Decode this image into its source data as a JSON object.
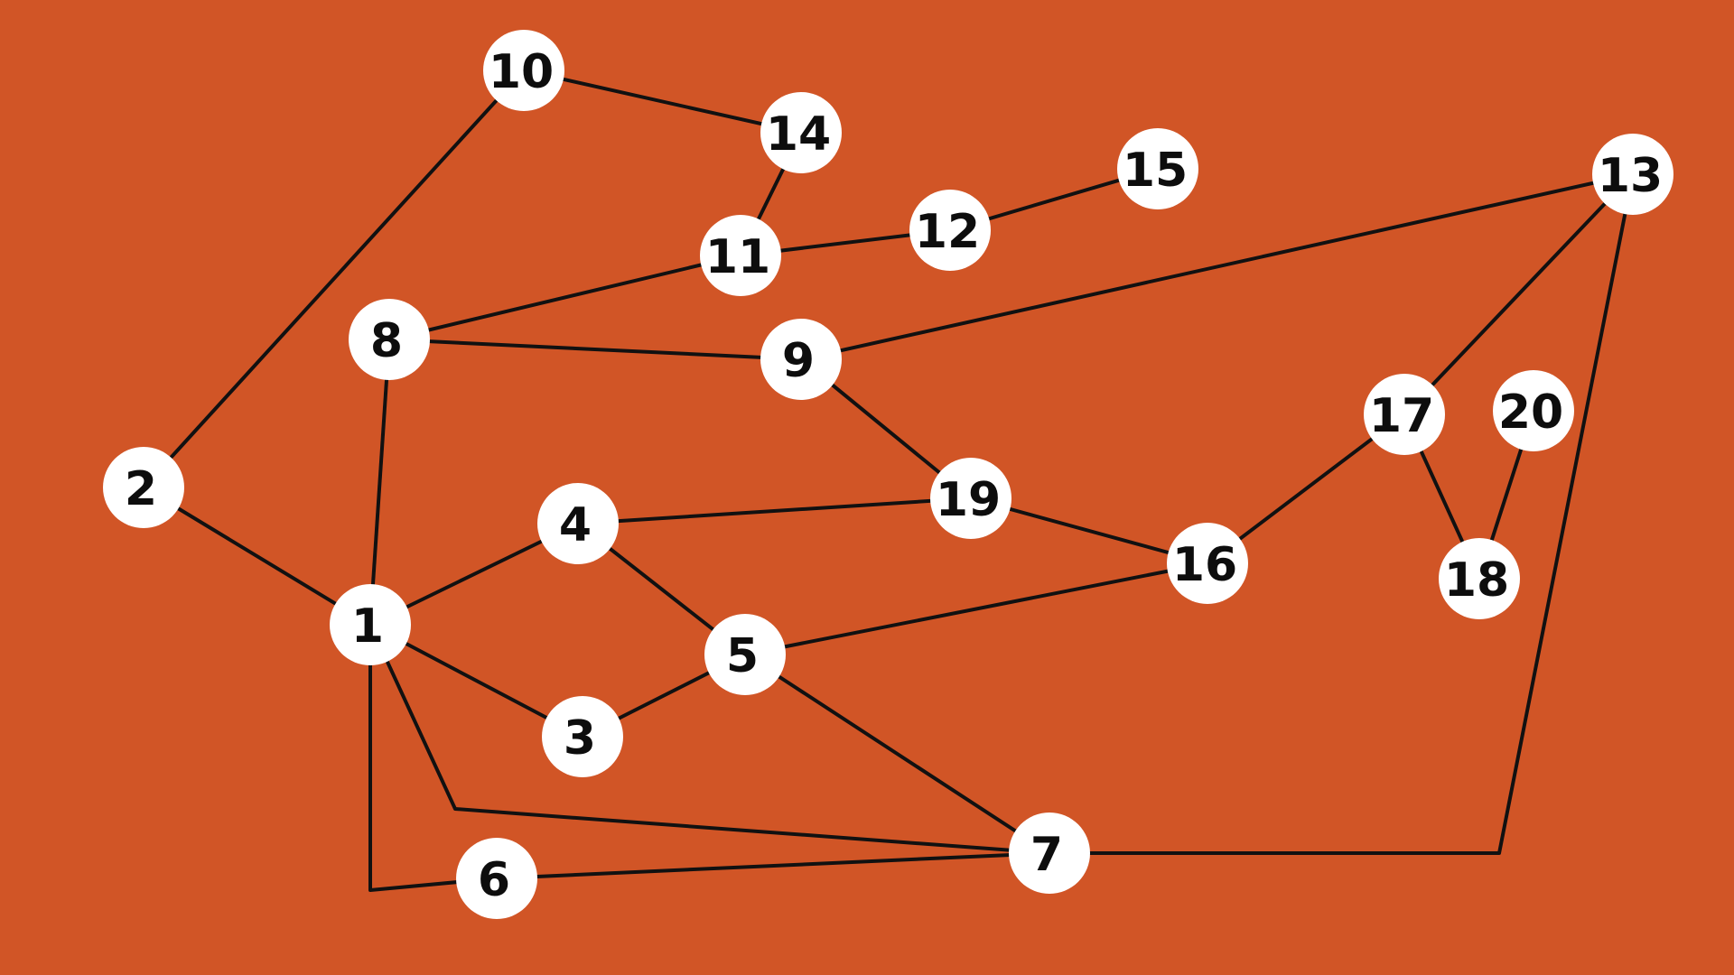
{
  "background_color": "#D15526",
  "node_fill": "#FFFFFF",
  "edge_color": "#111111",
  "nodes": [
    {
      "id": "1",
      "label": "1"
    },
    {
      "id": "2",
      "label": "2"
    },
    {
      "id": "3",
      "label": "3"
    },
    {
      "id": "4",
      "label": "4"
    },
    {
      "id": "5",
      "label": "5"
    },
    {
      "id": "6",
      "label": "6"
    },
    {
      "id": "7",
      "label": "7"
    },
    {
      "id": "8",
      "label": "8"
    },
    {
      "id": "9",
      "label": "9"
    },
    {
      "id": "10",
      "label": "10"
    },
    {
      "id": "11",
      "label": "11"
    },
    {
      "id": "12",
      "label": "12"
    },
    {
      "id": "13",
      "label": "13"
    },
    {
      "id": "14",
      "label": "14"
    },
    {
      "id": "15",
      "label": "15"
    },
    {
      "id": "16",
      "label": "16"
    },
    {
      "id": "17",
      "label": "17"
    },
    {
      "id": "18",
      "label": "18"
    },
    {
      "id": "19",
      "label": "19"
    },
    {
      "id": "20",
      "label": "20"
    }
  ],
  "edges": [
    [
      "2",
      "10"
    ],
    [
      "2",
      "1"
    ],
    [
      "10",
      "14"
    ],
    [
      "14",
      "11"
    ],
    [
      "11",
      "12"
    ],
    [
      "12",
      "15"
    ],
    [
      "11",
      "8"
    ],
    [
      "8",
      "9"
    ],
    [
      "8",
      "1"
    ],
    [
      "9",
      "13"
    ],
    [
      "9",
      "19"
    ],
    [
      "1",
      "4"
    ],
    [
      "4",
      "19"
    ],
    [
      "4",
      "5"
    ],
    [
      "19",
      "16"
    ],
    [
      "1",
      "3"
    ],
    [
      "3",
      "5"
    ],
    [
      "5",
      "16"
    ],
    [
      "5",
      "7"
    ],
    [
      "16",
      "17"
    ],
    [
      "17",
      "13"
    ],
    [
      "17",
      "18"
    ],
    [
      "18",
      "20"
    ],
    [
      "1",
      "7"
    ],
    [
      "1",
      "6"
    ],
    [
      "6",
      "7"
    ],
    [
      "7",
      "13"
    ]
  ]
}
